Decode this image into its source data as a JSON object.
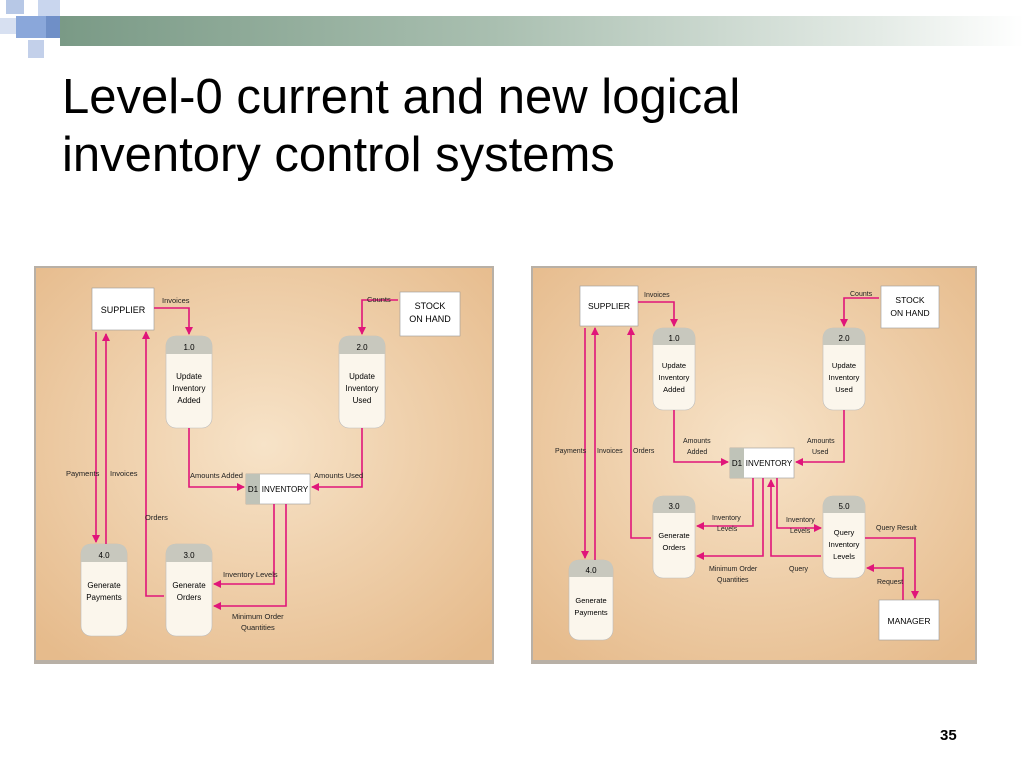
{
  "slide": {
    "title_line1": "Level-0 current and new logical",
    "title_line2": "inventory control systems",
    "page_number": "35"
  },
  "colors": {
    "flow": "#e0157a",
    "panel_bg": "#f1d2a9",
    "store_tab": "#bfc3b8"
  },
  "left_diagram": {
    "entities": {
      "supplier": "SUPPLIER",
      "stock_line1": "STOCK",
      "stock_line2": "ON HAND"
    },
    "processes": [
      {
        "id": "1.0",
        "line1": "Update",
        "line2": "Inventory",
        "line3": "Added"
      },
      {
        "id": "2.0",
        "line1": "Update",
        "line2": "Inventory",
        "line3": "Used"
      },
      {
        "id": "3.0",
        "line1": "Generate",
        "line2": "Orders"
      },
      {
        "id": "4.0",
        "line1": "Generate",
        "line2": "Payments"
      }
    ],
    "store": {
      "id": "D1",
      "name": "INVENTORY"
    },
    "flows": {
      "invoices_top": "Invoices",
      "counts": "Counts",
      "amounts_added": "Amounts Added",
      "amounts_used": "Amounts Used",
      "payments": "Payments",
      "invoices_side": "Invoices",
      "orders": "Orders",
      "inventory_levels": "Inventory Levels",
      "min_order_line1": "Minimum Order",
      "min_order_line2": "Quantities"
    }
  },
  "right_diagram": {
    "entities": {
      "supplier": "SUPPLIER",
      "stock_line1": "STOCK",
      "stock_line2": "ON HAND",
      "manager": "MANAGER"
    },
    "processes": [
      {
        "id": "1.0",
        "line1": "Update",
        "line2": "Inventory",
        "line3": "Added"
      },
      {
        "id": "2.0",
        "line1": "Update",
        "line2": "Inventory",
        "line3": "Used"
      },
      {
        "id": "3.0",
        "line1": "Generate",
        "line2": "Orders"
      },
      {
        "id": "4.0",
        "line1": "Generate",
        "line2": "Payments"
      },
      {
        "id": "5.0",
        "line1": "Query",
        "line2": "Inventory",
        "line3": "Levels"
      }
    ],
    "store": {
      "id": "D1",
      "name": "INVENTORY"
    },
    "flows": {
      "invoices_top": "Invoices",
      "counts": "Counts",
      "amounts_added_line1": "Amounts",
      "amounts_added_line2": "Added",
      "amounts_used_line1": "Amounts",
      "amounts_used_line2": "Used",
      "payments": "Payments",
      "invoices_side": "Invoices",
      "orders": "Orders",
      "inv_levels_left_line1": "Inventory",
      "inv_levels_left_line2": "Levels",
      "inv_levels_right_line1": "Inventory",
      "inv_levels_right_line2": "Levels",
      "min_order_line1": "Minimum Order",
      "min_order_line2": "Quantities",
      "query": "Query",
      "query_result": "Query Result",
      "request": "Request"
    }
  }
}
